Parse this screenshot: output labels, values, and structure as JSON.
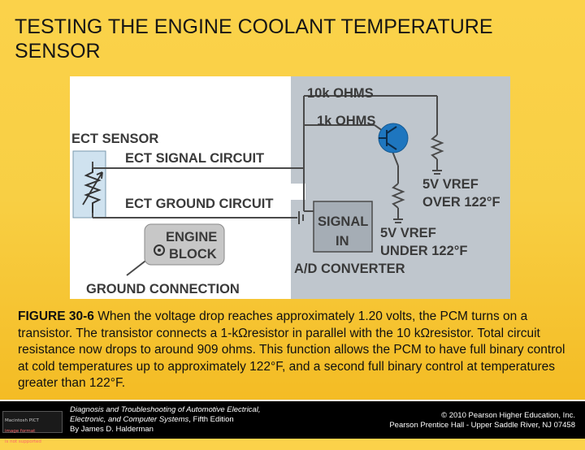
{
  "slide": {
    "title": "TESTING THE ENGINE COOLANT TEMPERATURE SENSOR"
  },
  "diagram": {
    "labels": {
      "ten_k": "10k OHMS",
      "one_k": "1k OHMS",
      "ect_sensor": "ECT SENSOR",
      "ect_signal": "ECT SIGNAL CIRCUIT",
      "ect_ground": "ECT GROUND CIRCUIT",
      "vref_over": "5V VREF",
      "over": "OVER 122°F",
      "vref_under": "5V VREF",
      "under": "UNDER 122°F",
      "signal": "SIGNAL",
      "in": "IN",
      "engine": "ENGINE",
      "block": "BLOCK",
      "ad": "A/D CONVERTER",
      "ground": "GROUND CONNECTION"
    },
    "colors": {
      "ecm_fill": "#bfc6cd",
      "sensor_fill": "#cfe2ef",
      "block_fill": "#c7c7c7",
      "wire": "#4a4a4a"
    }
  },
  "caption": {
    "label": "FIGURE 30-6",
    "text": " When the voltage drop reaches approximately 1.20 volts, the PCM turns on a transistor. The transistor connects a 1-kΩresistor in parallel with the 10 kΩresistor. Total circuit resistance now drops to around 909 ohms. This function allows the PCM to have full binary control at cold temperatures up to approximately 122°F, and a second full binary control at temperatures greater than 122°F."
  },
  "footer": {
    "book_line1": "Diagnosis and Troubleshooting of Automotive Electrical,",
    "book_line2": "Electronic, and Computer Systems",
    "book_edition": ", Fifth Edition",
    "book_author": "By James D. Halderman",
    "copyright_line1": "© 2010 Pearson Higher Education, Inc.",
    "copyright_line2": "Pearson Prentice Hall - Upper Saddle River, NJ 07458",
    "badge_line1": "Macintosh PICT",
    "badge_line2": "image format",
    "badge_line3": "is not supported"
  }
}
